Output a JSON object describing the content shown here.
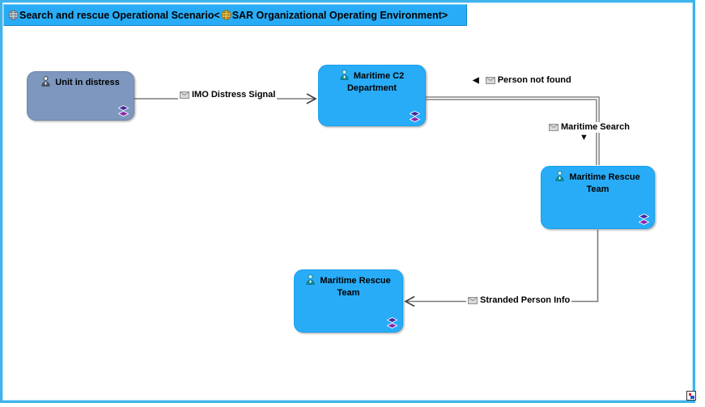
{
  "title_bar": {
    "text_part1": "Search and rescue Operational Scenario<",
    "text_part2": "SAR Organizational Operating Environment>"
  },
  "nodes": [
    {
      "label": "Unit in distress"
    },
    {
      "label": "Maritime C2 Department"
    },
    {
      "label": "Maritime Rescue Team"
    },
    {
      "label": "Maritime Rescue Team"
    }
  ],
  "connectors": [
    {
      "label": "IMO Distress Signal",
      "direction": "right"
    },
    {
      "label": "Person not found",
      "direction": "left"
    },
    {
      "label": "Maritime Search",
      "direction": "down"
    },
    {
      "label": "Stranded Person Info",
      "direction": "left"
    }
  ],
  "icons": {
    "globe_gray": "🌐",
    "globe_yellow": "🌐",
    "person": "👤",
    "message": "✉",
    "direction_left": "◀",
    "direction_down": "▼",
    "composite_diamonds": "⧫⧫",
    "overview": "▦"
  },
  "colors": {
    "node_blue": "#29acf7",
    "node_gray_blue": "#7d97bf",
    "title_bar_blue": "#29acf7",
    "frame_blue": "#3fb3ec",
    "connector_gray": "#7b7b7b",
    "diamond_purple_top": "#4527a0",
    "diamond_purple_bottom": "#8e24aa"
  }
}
